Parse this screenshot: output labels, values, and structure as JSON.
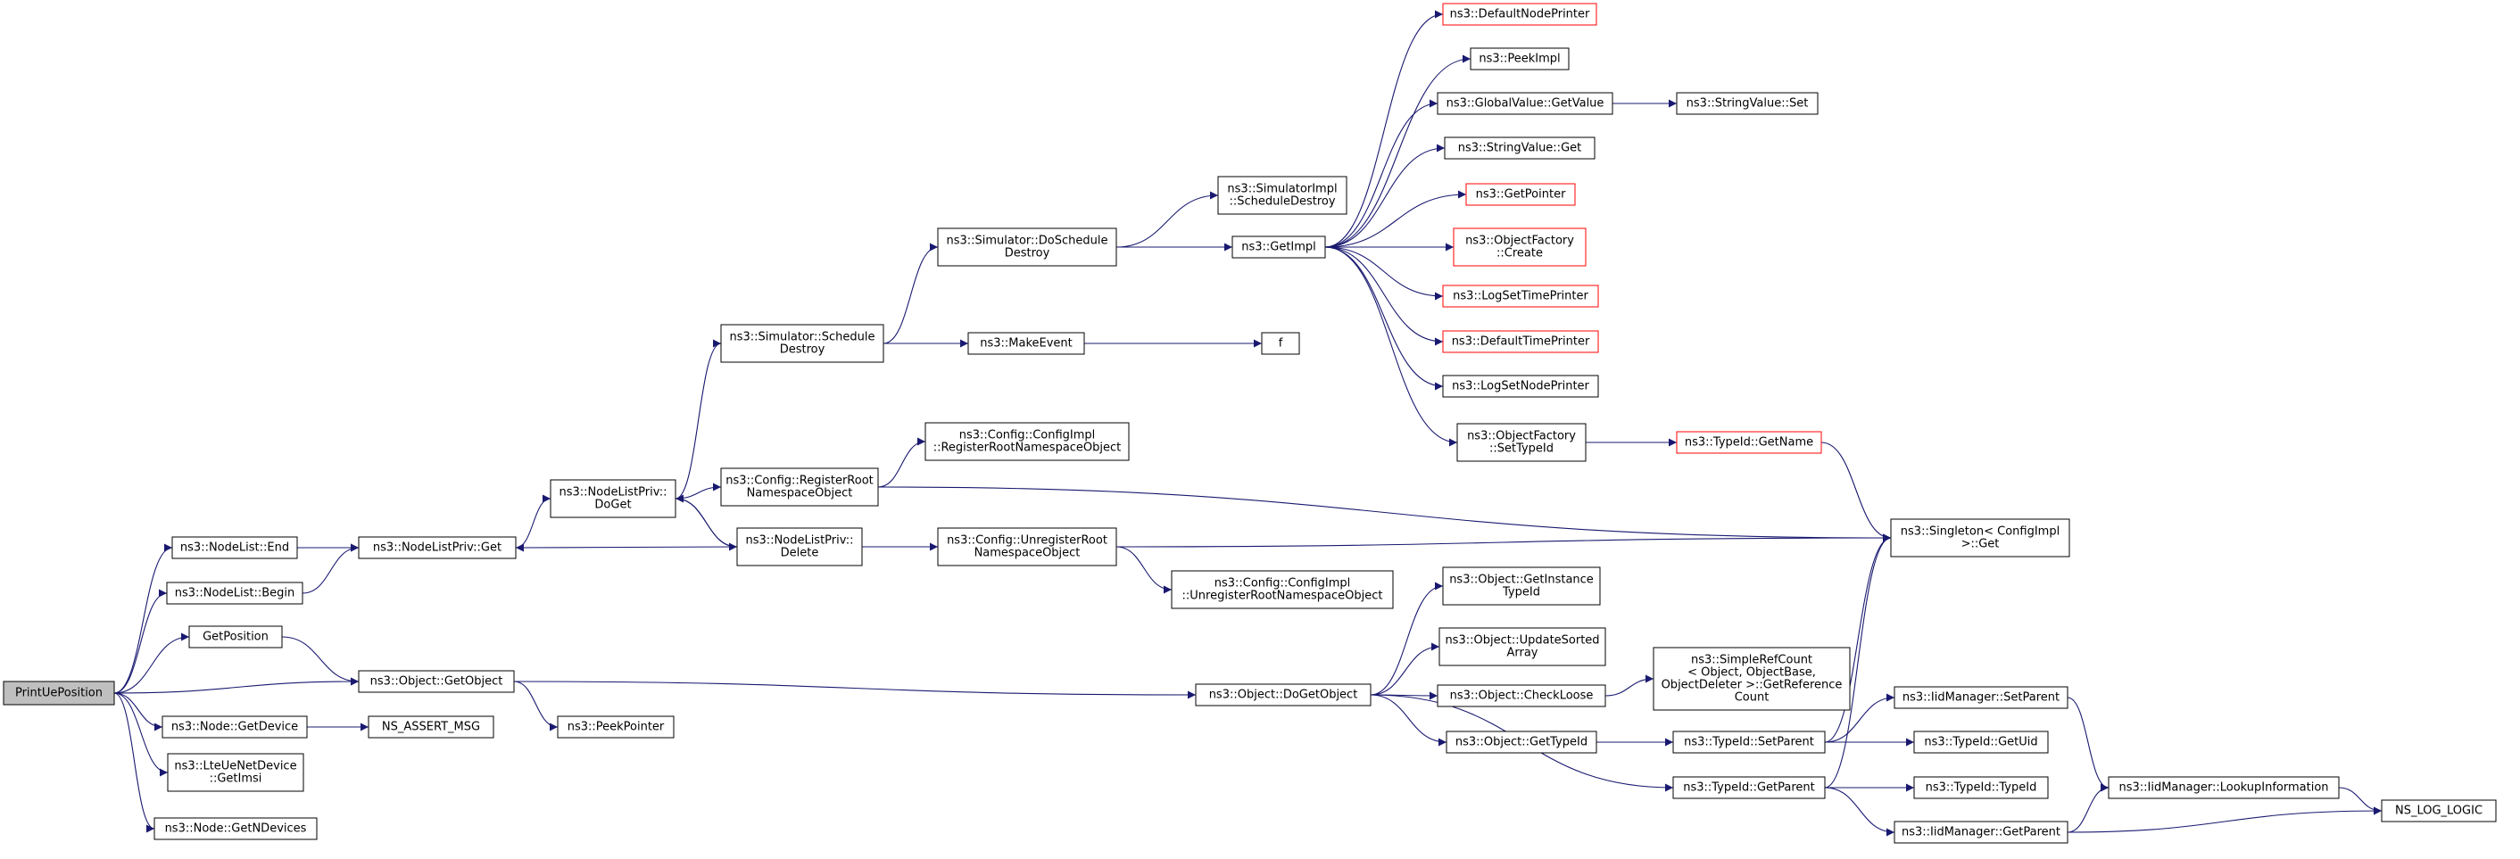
{
  "graph_title": "",
  "colors": {
    "edge": "#191970",
    "node_border": "#000000",
    "truncated_border": "#ff0000",
    "root_fill": "#bfbfbf",
    "node_fill": "#ffffff"
  },
  "nodes": [
    {
      "id": "print_ue_position",
      "lines": [
        "PrintUePosition"
      ],
      "kind": "root"
    },
    {
      "id": "nodelist_end",
      "lines": [
        "ns3::NodeList::End"
      ]
    },
    {
      "id": "nodelist_begin",
      "lines": [
        "ns3::NodeList::Begin"
      ]
    },
    {
      "id": "get_position",
      "lines": [
        "GetPosition"
      ]
    },
    {
      "id": "node_get_device",
      "lines": [
        "ns3::Node::GetDevice"
      ]
    },
    {
      "id": "lte_get_imsi",
      "lines": [
        "ns3::LteUeNetDevice",
        "::GetImsi"
      ]
    },
    {
      "id": "node_get_ndevices",
      "lines": [
        "ns3::Node::GetNDevices"
      ]
    },
    {
      "id": "nodelistpriv_get",
      "lines": [
        "ns3::NodeListPriv::Get"
      ]
    },
    {
      "id": "object_get_object",
      "lines": [
        "ns3::Object::GetObject"
      ]
    },
    {
      "id": "ns_assert_msg",
      "lines": [
        "NS_ASSERT_MSG"
      ]
    },
    {
      "id": "nodelistpriv_doget",
      "lines": [
        "ns3::NodeListPriv::",
        "DoGet"
      ]
    },
    {
      "id": "peek_pointer",
      "lines": [
        "ns3::PeekPointer"
      ]
    },
    {
      "id": "sim_schedule_destroy",
      "lines": [
        "ns3::Simulator::Schedule",
        "Destroy"
      ]
    },
    {
      "id": "config_register_root",
      "lines": [
        "ns3::Config::RegisterRoot",
        "NamespaceObject"
      ]
    },
    {
      "id": "nodelistpriv_delete",
      "lines": [
        "ns3::NodeListPriv::",
        "Delete"
      ]
    },
    {
      "id": "sim_do_schedule_destroy",
      "lines": [
        "ns3::Simulator::DoSchedule",
        "Destroy"
      ]
    },
    {
      "id": "make_event",
      "lines": [
        "ns3::MakeEvent"
      ]
    },
    {
      "id": "configimpl_register",
      "lines": [
        "ns3::Config::ConfigImpl",
        "::RegisterRootNamespaceObject"
      ]
    },
    {
      "id": "config_unregister_root",
      "lines": [
        "ns3::Config::UnregisterRoot",
        "NamespaceObject"
      ]
    },
    {
      "id": "simimpl_schedule_destroy",
      "lines": [
        "ns3::SimulatorImpl",
        "::ScheduleDestroy"
      ]
    },
    {
      "id": "get_impl",
      "lines": [
        "ns3::GetImpl"
      ]
    },
    {
      "id": "f",
      "lines": [
        "f"
      ]
    },
    {
      "id": "configimpl_unregister",
      "lines": [
        "ns3::Config::ConfigImpl",
        "::UnregisterRootNamespaceObject"
      ]
    },
    {
      "id": "object_do_get_object",
      "lines": [
        "ns3::Object::DoGetObject"
      ]
    },
    {
      "id": "default_node_printer",
      "lines": [
        "ns3::DefaultNodePrinter"
      ],
      "kind": "truncated"
    },
    {
      "id": "peek_impl",
      "lines": [
        "ns3::PeekImpl"
      ]
    },
    {
      "id": "globalvalue_getvalue",
      "lines": [
        "ns3::GlobalValue::GetValue"
      ]
    },
    {
      "id": "stringvalue_get",
      "lines": [
        "ns3::StringValue::Get"
      ]
    },
    {
      "id": "get_pointer",
      "lines": [
        "ns3::GetPointer"
      ],
      "kind": "truncated"
    },
    {
      "id": "objectfactory_create",
      "lines": [
        "ns3::ObjectFactory",
        "::Create"
      ],
      "kind": "truncated"
    },
    {
      "id": "log_set_time_printer",
      "lines": [
        "ns3::LogSetTimePrinter"
      ],
      "kind": "truncated"
    },
    {
      "id": "default_time_printer",
      "lines": [
        "ns3::DefaultTimePrinter"
      ],
      "kind": "truncated"
    },
    {
      "id": "log_set_node_printer",
      "lines": [
        "ns3::LogSetNodePrinter"
      ]
    },
    {
      "id": "objectfactory_settypeid",
      "lines": [
        "ns3::ObjectFactory",
        "::SetTypeId"
      ]
    },
    {
      "id": "object_get_instance_typeid",
      "lines": [
        "ns3::Object::GetInstance",
        "TypeId"
      ]
    },
    {
      "id": "object_update_sorted_array",
      "lines": [
        "ns3::Object::UpdateSorted",
        "Array"
      ]
    },
    {
      "id": "object_check_loose",
      "lines": [
        "ns3::Object::CheckLoose"
      ]
    },
    {
      "id": "object_get_typeid",
      "lines": [
        "ns3::Object::GetTypeId"
      ]
    },
    {
      "id": "stringvalue_set",
      "lines": [
        "ns3::StringValue::Set"
      ]
    },
    {
      "id": "typeid_getname",
      "lines": [
        "ns3::TypeId::GetName"
      ],
      "kind": "truncated"
    },
    {
      "id": "simple_ref_count",
      "lines": [
        "ns3::SimpleRefCount",
        "< Object, ObjectBase,",
        "ObjectDeleter >::GetReference",
        "Count"
      ]
    },
    {
      "id": "typeid_setparent",
      "lines": [
        "ns3::TypeId::SetParent"
      ]
    },
    {
      "id": "typeid_getparent",
      "lines": [
        "ns3::TypeId::GetParent"
      ]
    },
    {
      "id": "singleton_get",
      "lines": [
        "ns3::Singleton< ConfigImpl",
        " >::Get"
      ]
    },
    {
      "id": "iidmanager_setparent",
      "lines": [
        "ns3::IidManager::SetParent"
      ]
    },
    {
      "id": "typeid_getuid",
      "lines": [
        "ns3::TypeId::GetUid"
      ]
    },
    {
      "id": "typeid_typeid",
      "lines": [
        "ns3::TypeId::TypeId"
      ]
    },
    {
      "id": "iidmanager_getparent",
      "lines": [
        "ns3::IidManager::GetParent"
      ]
    },
    {
      "id": "iidmanager_lookup",
      "lines": [
        "ns3::IidManager::LookupInformation"
      ]
    },
    {
      "id": "ns_log_logic",
      "lines": [
        "NS_LOG_LOGIC"
      ]
    }
  ],
  "edges": [
    [
      "print_ue_position",
      "nodelist_end"
    ],
    [
      "print_ue_position",
      "nodelist_begin"
    ],
    [
      "print_ue_position",
      "get_position"
    ],
    [
      "print_ue_position",
      "object_get_object"
    ],
    [
      "print_ue_position",
      "node_get_device"
    ],
    [
      "print_ue_position",
      "lte_get_imsi"
    ],
    [
      "print_ue_position",
      "node_get_ndevices"
    ],
    [
      "nodelist_end",
      "nodelistpriv_get"
    ],
    [
      "nodelist_begin",
      "nodelistpriv_get"
    ],
    [
      "get_position",
      "object_get_object"
    ],
    [
      "node_get_device",
      "ns_assert_msg"
    ],
    [
      "nodelistpriv_get",
      "nodelistpriv_doget"
    ],
    [
      "object_get_object",
      "peek_pointer"
    ],
    [
      "object_get_object",
      "object_do_get_object"
    ],
    [
      "nodelistpriv_doget",
      "sim_schedule_destroy"
    ],
    [
      "nodelistpriv_doget",
      "config_register_root"
    ],
    [
      "nodelistpriv_doget",
      "nodelistpriv_delete"
    ],
    [
      "nodelistpriv_delete",
      "nodelistpriv_doget"
    ],
    [
      "nodelistpriv_delete",
      "nodelistpriv_get"
    ],
    [
      "nodelistpriv_delete",
      "config_unregister_root"
    ],
    [
      "sim_schedule_destroy",
      "sim_do_schedule_destroy"
    ],
    [
      "sim_schedule_destroy",
      "make_event"
    ],
    [
      "make_event",
      "f"
    ],
    [
      "config_register_root",
      "configimpl_register"
    ],
    [
      "config_register_root",
      "singleton_get"
    ],
    [
      "config_unregister_root",
      "configimpl_unregister"
    ],
    [
      "config_unregister_root",
      "singleton_get"
    ],
    [
      "sim_do_schedule_destroy",
      "simimpl_schedule_destroy"
    ],
    [
      "sim_do_schedule_destroy",
      "get_impl"
    ],
    [
      "get_impl",
      "default_node_printer"
    ],
    [
      "get_impl",
      "peek_impl"
    ],
    [
      "get_impl",
      "globalvalue_getvalue"
    ],
    [
      "get_impl",
      "stringvalue_get"
    ],
    [
      "get_impl",
      "get_pointer"
    ],
    [
      "get_impl",
      "objectfactory_create"
    ],
    [
      "get_impl",
      "log_set_time_printer"
    ],
    [
      "get_impl",
      "default_time_printer"
    ],
    [
      "get_impl",
      "log_set_node_printer"
    ],
    [
      "get_impl",
      "objectfactory_settypeid"
    ],
    [
      "globalvalue_getvalue",
      "stringvalue_set"
    ],
    [
      "objectfactory_settypeid",
      "typeid_getname"
    ],
    [
      "typeid_getname",
      "singleton_get"
    ],
    [
      "object_do_get_object",
      "object_get_instance_typeid"
    ],
    [
      "object_do_get_object",
      "object_update_sorted_array"
    ],
    [
      "object_do_get_object",
      "object_check_loose"
    ],
    [
      "object_do_get_object",
      "object_get_typeid"
    ],
    [
      "object_do_get_object",
      "typeid_getparent"
    ],
    [
      "object_check_loose",
      "simple_ref_count"
    ],
    [
      "object_get_typeid",
      "typeid_setparent"
    ],
    [
      "typeid_setparent",
      "singleton_get"
    ],
    [
      "typeid_setparent",
      "iidmanager_setparent"
    ],
    [
      "typeid_setparent",
      "typeid_getuid"
    ],
    [
      "typeid_getparent",
      "singleton_get"
    ],
    [
      "typeid_getparent",
      "typeid_typeid"
    ],
    [
      "typeid_getparent",
      "iidmanager_getparent"
    ],
    [
      "iidmanager_setparent",
      "iidmanager_lookup"
    ],
    [
      "iidmanager_getparent",
      "iidmanager_lookup"
    ],
    [
      "iidmanager_getparent",
      "ns_log_logic"
    ],
    [
      "iidmanager_lookup",
      "ns_log_logic"
    ]
  ]
}
